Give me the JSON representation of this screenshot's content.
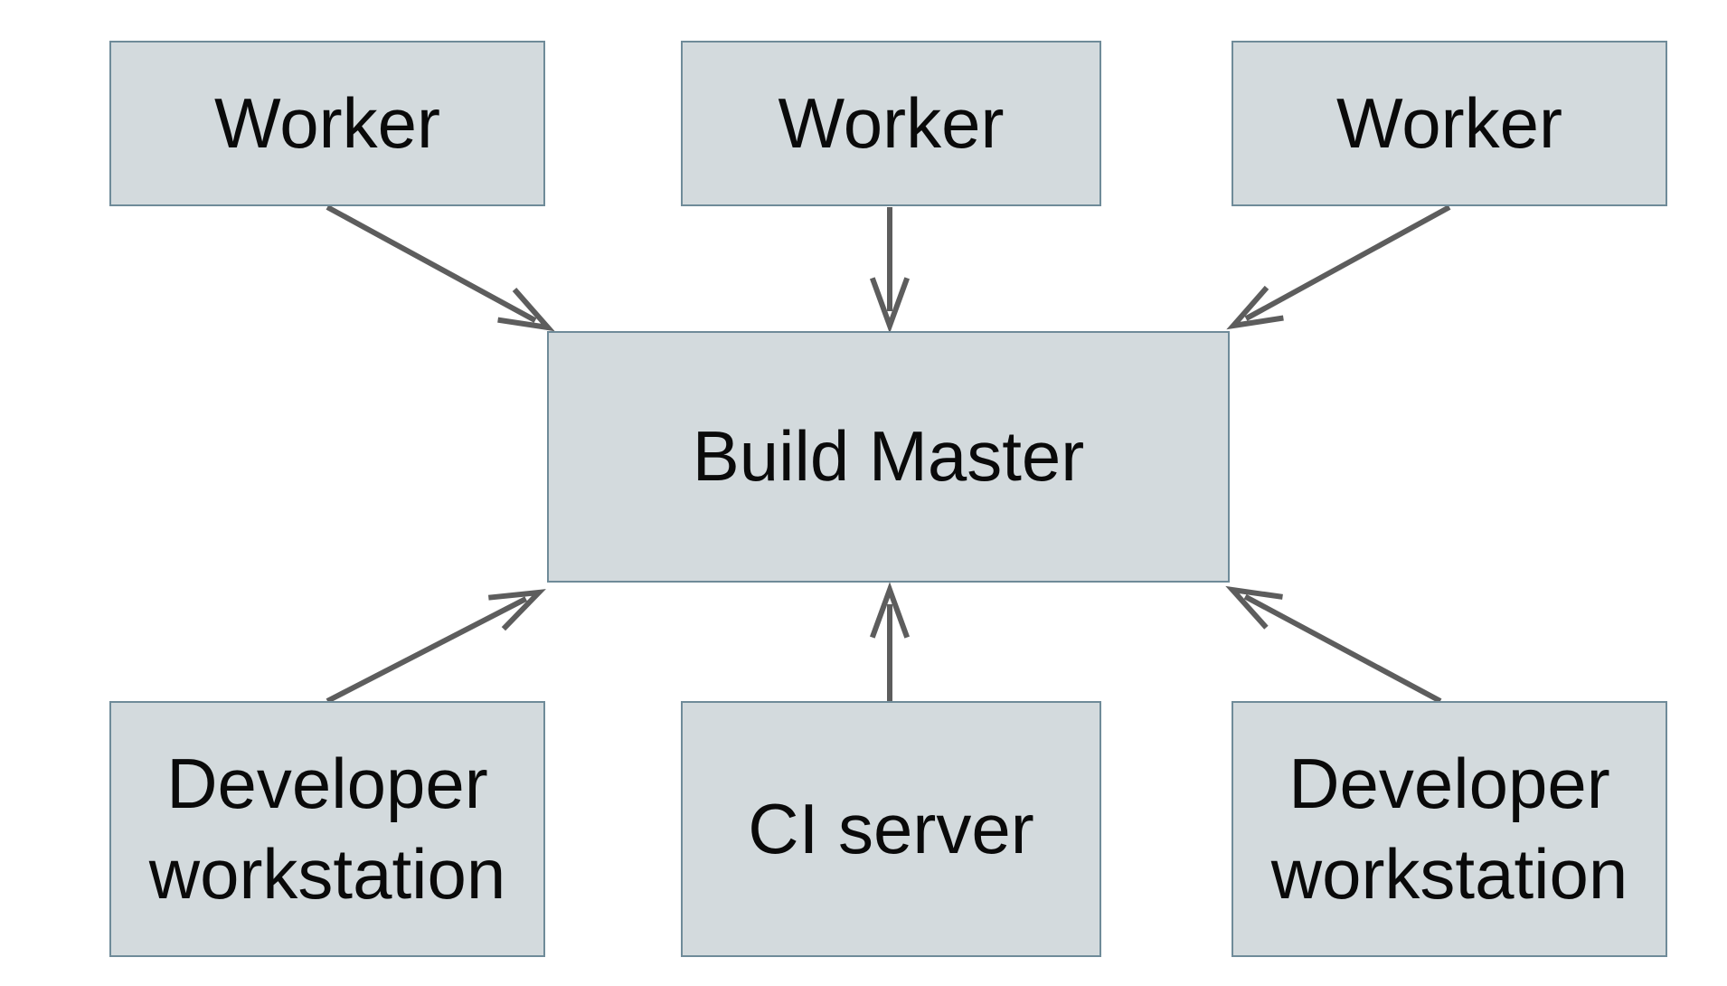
{
  "diagram": {
    "type": "architecture-flow-diagram",
    "colors": {
      "background": "#ffffff",
      "node_fill": "#d3dadd",
      "node_border": "#6f8b99",
      "arrow": "#5d5d5d",
      "text": "#0a0a0a"
    },
    "nodes": [
      {
        "id": "worker-1",
        "label": "Worker",
        "row": "top"
      },
      {
        "id": "worker-2",
        "label": "Worker",
        "row": "top"
      },
      {
        "id": "worker-3",
        "label": "Worker",
        "row": "top"
      },
      {
        "id": "build-master",
        "label": "Build Master",
        "row": "middle"
      },
      {
        "id": "dev-workstation-1",
        "label": "Developer workstation",
        "row": "bottom"
      },
      {
        "id": "ci-server",
        "label": "CI server",
        "row": "bottom"
      },
      {
        "id": "dev-workstation-2",
        "label": "Developer workstation",
        "row": "bottom"
      }
    ],
    "edges": [
      {
        "from": "worker-1",
        "to": "build-master",
        "arrowhead": "open"
      },
      {
        "from": "worker-2",
        "to": "build-master",
        "arrowhead": "open"
      },
      {
        "from": "worker-3",
        "to": "build-master",
        "arrowhead": "open"
      },
      {
        "from": "dev-workstation-1",
        "to": "build-master",
        "arrowhead": "open"
      },
      {
        "from": "ci-server",
        "to": "build-master",
        "arrowhead": "open"
      },
      {
        "from": "dev-workstation-2",
        "to": "build-master",
        "arrowhead": "open"
      }
    ]
  }
}
